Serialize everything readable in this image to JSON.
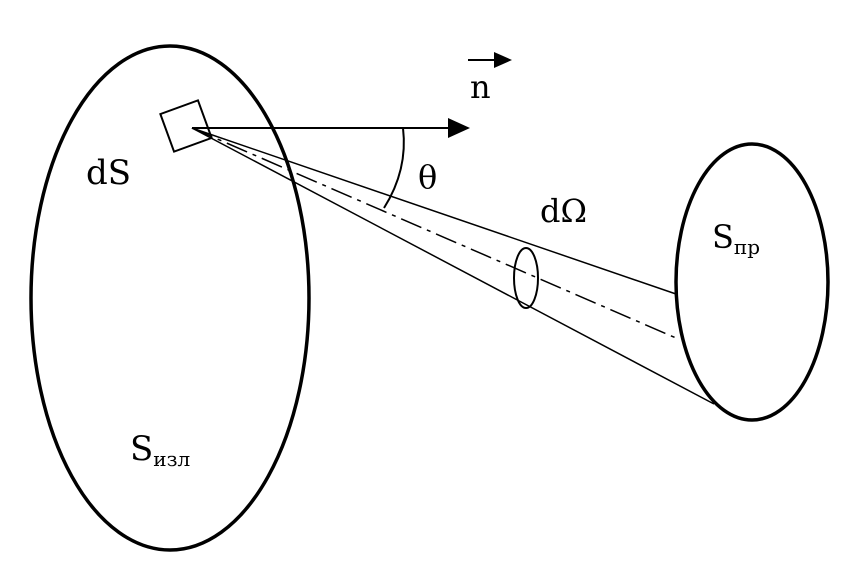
{
  "labels": {
    "element_area": "dS",
    "emitter_base": "S",
    "emitter_sub": "изл",
    "receiver_base": "S",
    "receiver_sub": "пр",
    "normal": "n",
    "angle": "θ",
    "solid_angle": "dΩ"
  },
  "colors": {
    "line": "#000000",
    "background": "#ffffff"
  }
}
